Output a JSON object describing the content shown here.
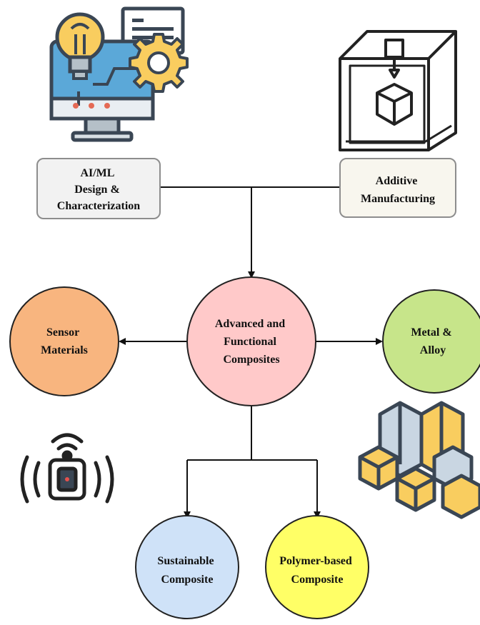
{
  "nodes": {
    "ai_ml": {
      "lines": [
        "AI/ML",
        "Design  &",
        "Characterization"
      ],
      "fill": "#f2f2f2"
    },
    "additive": {
      "lines": [
        "Additive",
        "Manufacturing"
      ],
      "fill": "#f8f6ee"
    },
    "center": {
      "lines": [
        "Advanced and",
        "Functional",
        "Composites"
      ],
      "fill": "#ffc9c9"
    },
    "sensor": {
      "lines": [
        "Sensor",
        "Materials"
      ],
      "fill": "#f8b57f"
    },
    "metal": {
      "lines": [
        "Metal &",
        "Alloy"
      ],
      "fill": "#c7e58a"
    },
    "sustainable": {
      "lines": [
        "Sustainable",
        "Composite"
      ],
      "fill": "#cfe2f8"
    },
    "polymer": {
      "lines": [
        "Polymer-based",
        "Composite"
      ],
      "fill": "#ffff66"
    }
  },
  "icons": {
    "ai": "ai-computer-gear-icon",
    "printer": "3d-printer-icon",
    "sensor": "wireless-sensor-icon",
    "metal": "metal-crystal-icon"
  },
  "colors": {
    "line": "#111111",
    "icon_yellow": "#f9cd5f",
    "icon_blue": "#5ba8d8",
    "icon_dark": "#3a4654"
  }
}
